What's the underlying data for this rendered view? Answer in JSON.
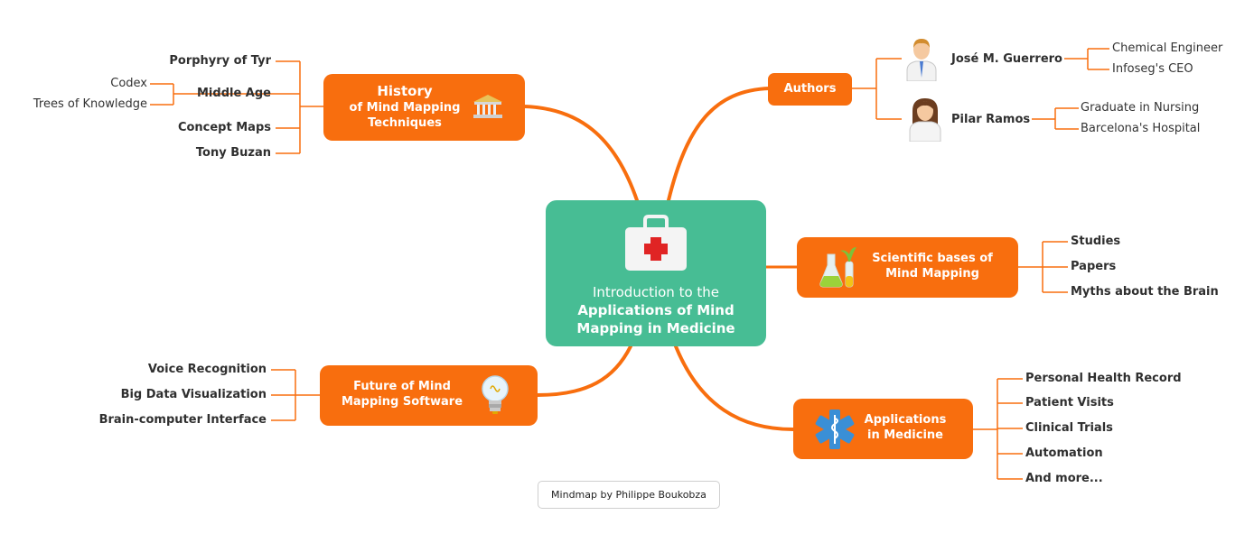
{
  "center": {
    "line1": "Introduction to the",
    "line2": "Applications of Mind",
    "line3": "Mapping in Medicine"
  },
  "history": {
    "title": "History",
    "subtitle1": "of Mind Mapping",
    "subtitle2": "Techniques",
    "children": [
      "Porphyry of Tyr",
      "Middle Age",
      "Concept Maps",
      "Tony Buzan"
    ],
    "middle_age_children": [
      "Codex",
      "Trees of Knowledge"
    ]
  },
  "authors": {
    "title": "Authors",
    "people": [
      {
        "name": "José M. Guerrero",
        "details": [
          "Chemical Engineer",
          "Infoseg's CEO"
        ]
      },
      {
        "name": "Pilar Ramos",
        "details": [
          "Graduate in Nursing",
          "Barcelona's Hospital"
        ]
      }
    ]
  },
  "scientific": {
    "line1": "Scientific bases of",
    "line2": "Mind Mapping",
    "children": [
      "Studies",
      "Papers",
      "Myths about the Brain"
    ]
  },
  "applications": {
    "line1": "Applications",
    "line2": "in Medicine",
    "children": [
      "Personal Health Record",
      "Patient Visits",
      "Clinical Trials",
      "Automation",
      "And more..."
    ]
  },
  "future": {
    "line1": "Future of Mind",
    "line2": "Mapping Software",
    "children": [
      "Voice Recognition",
      "Big Data Visualization",
      "Brain-computer Interface"
    ]
  },
  "footer": "Mindmap by Philippe Boukobza",
  "colors": {
    "branch": "#f86e0e",
    "center": "#47bd94",
    "text": "#333333"
  },
  "icons": [
    "first-aid-kit-icon",
    "museum-icon",
    "male-doctor-icon",
    "female-nurse-icon",
    "lab-flasks-icon",
    "star-of-life-icon",
    "lightbulb-icon"
  ]
}
